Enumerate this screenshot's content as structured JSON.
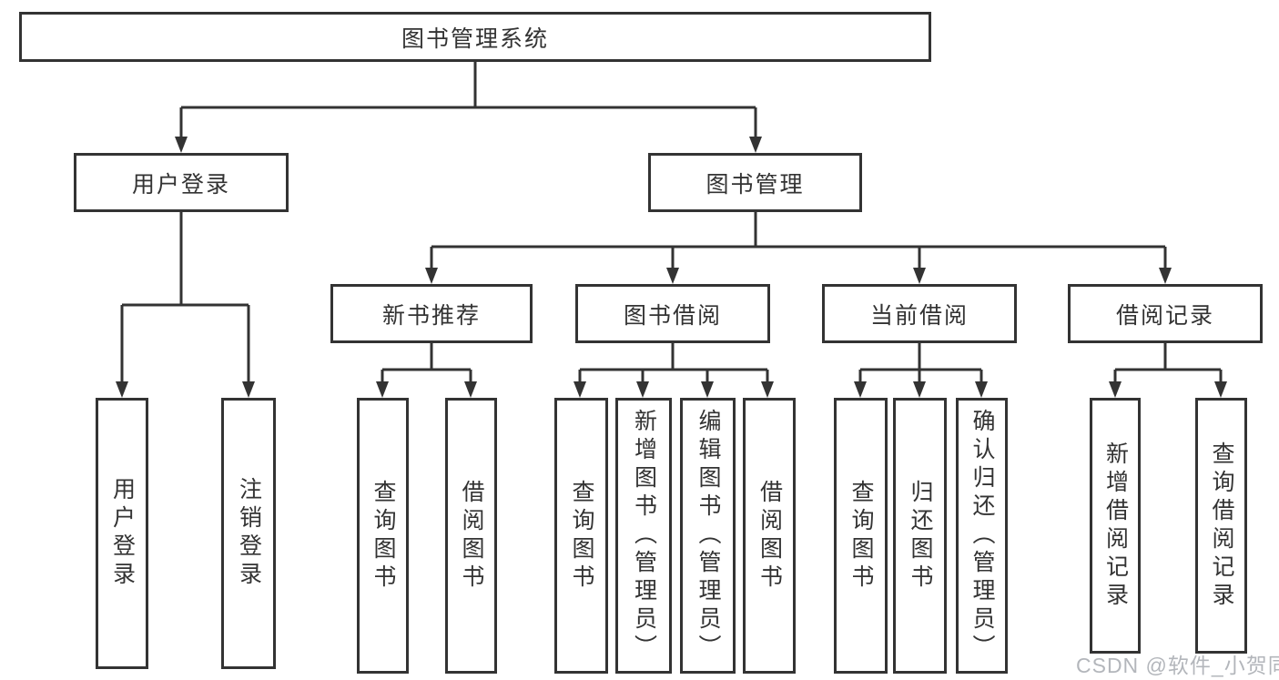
{
  "tree": {
    "root": {
      "label": "图书管理系统"
    },
    "login": {
      "label": "用户登录",
      "children": [
        {
          "label": "用户登录"
        },
        {
          "label": "注销登录"
        }
      ]
    },
    "mgmt": {
      "label": "图书管理",
      "groups": [
        {
          "label": "新书推荐",
          "children": [
            {
              "label": "查询图书"
            },
            {
              "label": "借阅图书"
            }
          ]
        },
        {
          "label": "图书借阅",
          "children": [
            {
              "label": "查询图书"
            },
            {
              "label": "新增图书（管理员）"
            },
            {
              "label": "编辑图书（管理员）"
            },
            {
              "label": "借阅图书"
            }
          ]
        },
        {
          "label": "当前借阅",
          "children": [
            {
              "label": "查询图书"
            },
            {
              "label": "归还图书"
            },
            {
              "label": "确认归还（管理员）"
            }
          ]
        },
        {
          "label": "借阅记录",
          "children": [
            {
              "label": "新增借阅记录"
            },
            {
              "label": "查询借阅记录"
            }
          ]
        }
      ]
    }
  },
  "watermark": {
    "text": "CSDN @软件_小贺同学"
  },
  "colors": {
    "line": "#333333",
    "box_background": "#ffffff",
    "text": "#333333",
    "watermark": "#b3b6bb"
  }
}
